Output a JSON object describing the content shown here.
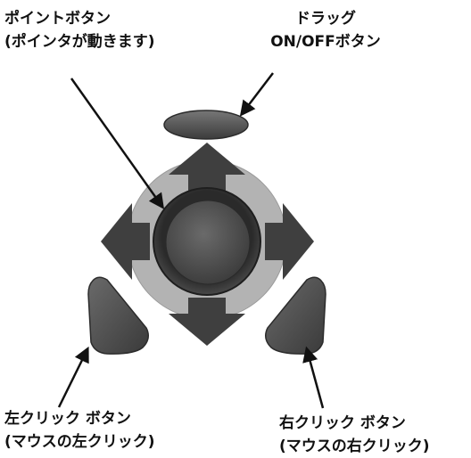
{
  "labels": {
    "point_button": {
      "line1": "ポイントボタン",
      "line2": "(ポインタが動きます)"
    },
    "drag_button": {
      "line1": "ドラッグ",
      "line2": "ON/OFFボタン"
    },
    "left_click": {
      "line1": "左クリック ボタン",
      "line2": "(マウスの左クリック)"
    },
    "right_click": {
      "line1": "右クリック ボタン",
      "line2": "(マウスの右クリック)"
    }
  },
  "colors": {
    "ring": "#b3b3b3",
    "button_dark": "#3a3a3a",
    "button_mid": "#5a5a5a",
    "arrow_line": "#111111"
  },
  "icons": {
    "up": "arrow-up-icon",
    "down": "arrow-down-icon",
    "left": "arrow-left-icon",
    "right": "arrow-right-icon"
  }
}
